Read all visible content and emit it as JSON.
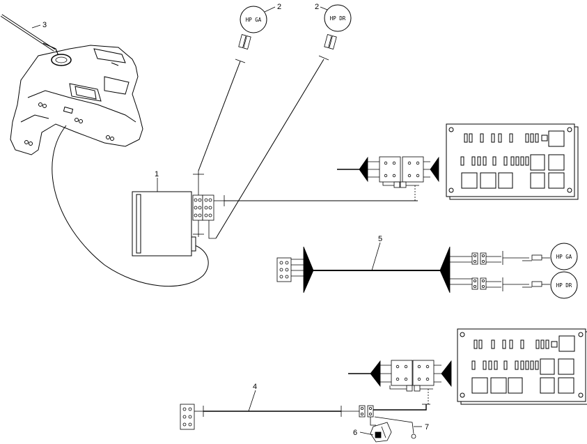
{
  "callouts": {
    "radio": "1",
    "speaker_left_num": "2",
    "speaker_right_num": "2",
    "antenna": "3",
    "harness_lower": "4",
    "harness_speaker": "5",
    "connector": "6",
    "ground": "7"
  },
  "speakers": {
    "top_left": "HP GA",
    "top_right": "HP DR",
    "mid_left": "HP GA",
    "mid_right": "HP DR"
  }
}
